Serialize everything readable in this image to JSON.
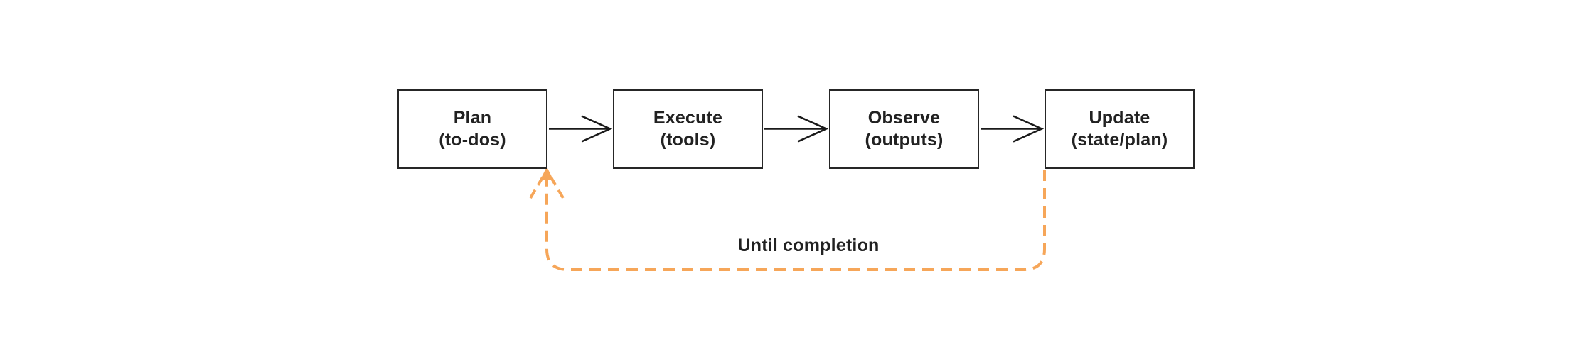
{
  "diagram": {
    "type": "flowchart",
    "nodes": [
      {
        "id": "plan",
        "line1": "Plan",
        "line2": "(to-dos)"
      },
      {
        "id": "execute",
        "line1": "Execute",
        "line2": "(tools)"
      },
      {
        "id": "observe",
        "line1": "Observe",
        "line2": "(outputs)"
      },
      {
        "id": "update",
        "line1": "Update",
        "line2": "(state/plan)"
      }
    ],
    "edges": [
      {
        "from": "plan",
        "to": "execute",
        "style": "solid"
      },
      {
        "from": "execute",
        "to": "observe",
        "style": "solid"
      },
      {
        "from": "observe",
        "to": "update",
        "style": "solid"
      },
      {
        "from": "update",
        "to": "plan",
        "style": "dashed-loop"
      }
    ],
    "loop_label": "Until completion",
    "colors": {
      "background": "#ffffff",
      "box_border": "#262626",
      "text": "#212121",
      "arrow": "#1a1a1a",
      "loop_accent": "#F6A659"
    }
  }
}
